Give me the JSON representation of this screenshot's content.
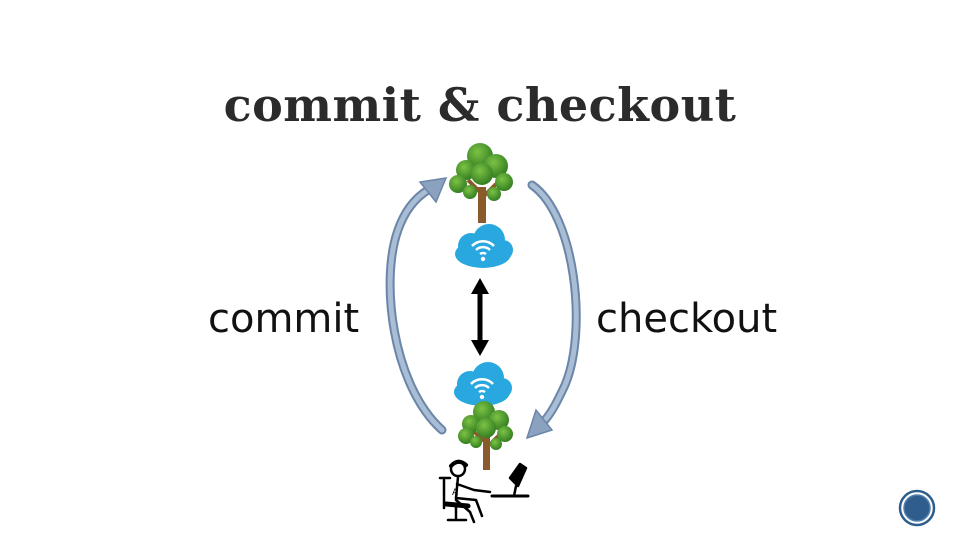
{
  "slide": {
    "title": "commit & checkout",
    "left_label": "commit",
    "right_label": "checkout"
  },
  "icons": {
    "top_tree": "tree-icon",
    "top_cloud": "cloud-wifi-icon",
    "bottom_cloud": "cloud-wifi-icon",
    "bottom_tree": "tree-icon",
    "developer": "developer-at-computer-icon",
    "page_badge": "slide-number-badge"
  },
  "colors": {
    "arrow_curve": "#8aa2bf",
    "arrow_curve_edge": "#6b86a8",
    "cloud": "#29a8e0",
    "tree_foliage": "#4f9a2f",
    "tree_trunk": "#8b5a2b",
    "sync_arrow": "#000000",
    "badge": "#2f5d8c"
  }
}
